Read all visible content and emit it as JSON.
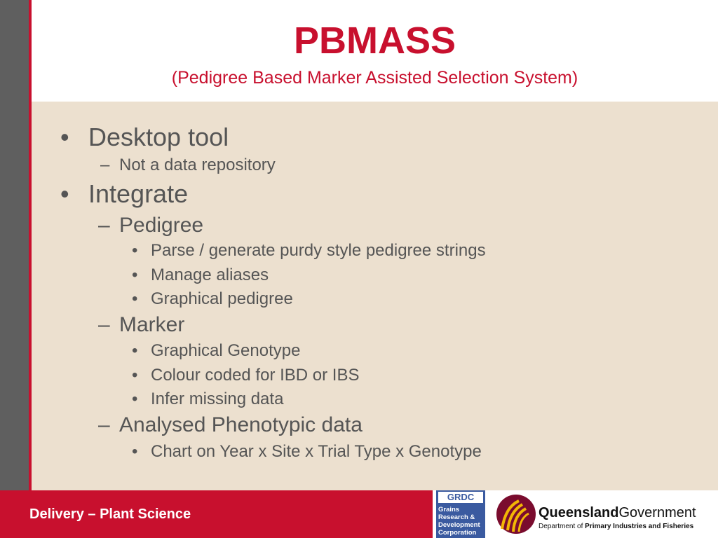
{
  "slide": {
    "title": "PBMASS",
    "subtitle": "(Pedigree Based Marker Assisted Selection System)"
  },
  "bullets": [
    {
      "marker": "•",
      "text": "Desktop tool"
    },
    {
      "marker": "–",
      "text": "Not a data repository"
    },
    {
      "marker": "•",
      "text": "Integrate"
    },
    {
      "marker": "–",
      "text": "Pedigree"
    },
    {
      "marker": "•",
      "text": "Parse / generate purdy style pedigree strings"
    },
    {
      "marker": "•",
      "text": "Manage aliases"
    },
    {
      "marker": "•",
      "text": "Graphical pedigree"
    },
    {
      "marker": "–",
      "text": "Marker"
    },
    {
      "marker": "•",
      "text": "Graphical Genotype"
    },
    {
      "marker": "•",
      "text": "Colour coded for IBD or IBS"
    },
    {
      "marker": "•",
      "text": "Infer missing data"
    },
    {
      "marker": "–",
      "text": "Analysed Phenotypic data"
    },
    {
      "marker": "•",
      "text": "Chart on Year x Site x Trial Type x Genotype"
    }
  ],
  "footer": {
    "text": "Delivery – Plant Science",
    "grdc_logo": {
      "acronym": "GRDC",
      "name_lines": [
        "Grains",
        "Research &",
        "Development",
        "Corporation"
      ]
    },
    "qld_logo": {
      "name_bold": "Queensland",
      "name_regular": "Government",
      "dept_prefix": "Department of ",
      "dept_bold": "Primary Industries and Fisheries"
    }
  },
  "colors": {
    "accent_red": "#c8102e",
    "content_bg": "#ece0cf",
    "side_bar_grey": "#5f5f5f",
    "text_grey": "#555555"
  }
}
